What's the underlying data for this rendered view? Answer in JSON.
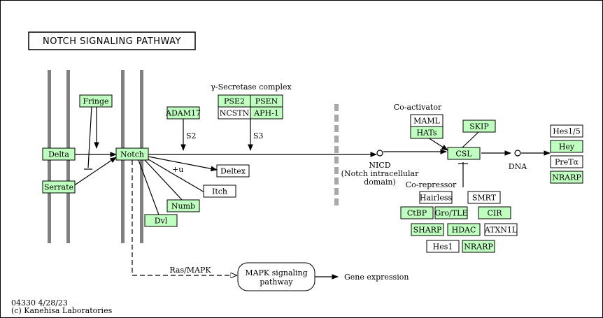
{
  "title": "NOTCH SIGNALING PATHWAY",
  "footer": {
    "code": "04330 4/28/23",
    "copyright": "(c) Kanehisa Laboratories"
  },
  "colors": {
    "gene": "#bfffbf",
    "plain": "#ffffff",
    "membrane": "#808080",
    "border": "#000000"
  },
  "labels": {
    "gamma_secretase": "γ-Secretase complex",
    "s2": "S2",
    "s3": "S3",
    "plus_u": "+u",
    "nicd": "NICD",
    "nicd_full": "(Notch intracellular",
    "nicd_domain": "domain)",
    "coactivator": "Co-activator",
    "corepressor": "Co-repressor",
    "dna": "DNA",
    "ras_mapk": "Ras/MAPK",
    "mapk_line1": "MAPK signaling",
    "mapk_line2": "pathway",
    "gene_expression": "Gene expression"
  },
  "nodes": {
    "delta": {
      "label": "Delta",
      "gene": true
    },
    "serrate": {
      "label": "Serrate",
      "gene": true
    },
    "fringe": {
      "label": "Fringe",
      "gene": true
    },
    "notch": {
      "label": "Notch",
      "gene": true
    },
    "adam17": {
      "label": "ADAM17",
      "gene": true
    },
    "pse2": {
      "label": "PSE2",
      "gene": true
    },
    "psen": {
      "label": "PSEN",
      "gene": true
    },
    "ncstn": {
      "label": "NCSTN",
      "gene": false
    },
    "aph1": {
      "label": "APH-1",
      "gene": true
    },
    "deltex": {
      "label": "Deltex",
      "gene": false
    },
    "itch": {
      "label": "Itch",
      "gene": false
    },
    "numb": {
      "label": "Numb",
      "gene": true
    },
    "dvl": {
      "label": "Dvl",
      "gene": true
    },
    "maml": {
      "label": "MAML",
      "gene": false
    },
    "hats": {
      "label": "HATs",
      "gene": true
    },
    "skip": {
      "label": "SKIP",
      "gene": true
    },
    "csl": {
      "label": "CSL",
      "gene": true
    },
    "hes15": {
      "label": "Hes1/5",
      "gene": false
    },
    "hey": {
      "label": "Hey",
      "gene": true
    },
    "pretalpha": {
      "label": "PreTα",
      "gene": false
    },
    "nrarp_right": {
      "label": "NRARP",
      "gene": true
    },
    "hairless": {
      "label": "Hairless",
      "gene": false
    },
    "smrt": {
      "label": "SMRT",
      "gene": false
    },
    "ctbp": {
      "label": "CtBP",
      "gene": true
    },
    "grotle": {
      "label": "Gro/TLE",
      "gene": true
    },
    "cir": {
      "label": "CIR",
      "gene": true
    },
    "sharp": {
      "label": "SHARP",
      "gene": true
    },
    "hdac": {
      "label": "HDAC",
      "gene": true
    },
    "atxn1l": {
      "label": "ATXN1L",
      "gene": false
    },
    "hes1": {
      "label": "Hes1",
      "gene": false
    },
    "nrarp_bottom": {
      "label": "NRARP",
      "gene": true
    }
  }
}
